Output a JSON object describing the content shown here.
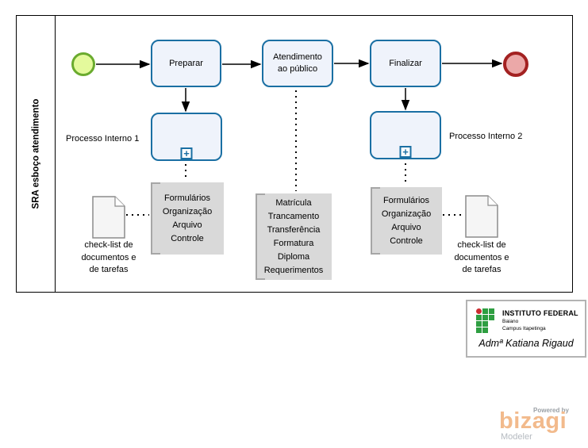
{
  "colors": {
    "task_fill": "#EFF3FB",
    "task_stroke": "#1A6FA3",
    "start_fill": "#E4FA9C",
    "start_stroke": "#6AAB2E",
    "end_fill": "#EBA8A8",
    "end_stroke": "#A32121",
    "annotation_fill": "#D9D9D9",
    "annotation_bracket": "#A6A6A6",
    "doc_fill": "#F5F5F5",
    "doc_stroke": "#8C8C8C",
    "if_green": "#2E9E41",
    "if_red": "#CB2C30",
    "bizagi_orange": "#F2BA8C",
    "watermark_gray": "#9AA0A5"
  },
  "pool": {
    "title": "SRA esboço atendimento"
  },
  "flow": {
    "task1": "Preparar",
    "task2": "Atendimento\nao público",
    "task3": "Finalizar",
    "subprocess1_label": "Processo Interno 1",
    "subprocess2_label": "Processo Interno 2",
    "plus_marker": "+"
  },
  "annotations": {
    "left": "Formulários\nOrganização\nArquivo\nControle",
    "middle": "Matrícula\nTrancamento\nTransferência\nFormatura\nDiploma\nRequerimentos",
    "right": "Formulários\nOrganização\nArquivo\nControle"
  },
  "documents": {
    "left_label": "check-list de\ndocumentos e\nde tarefas",
    "right_label": "check-list de\ndocumentos e\nde tarefas"
  },
  "logo": {
    "institution": "INSTITUTO FEDERAL",
    "line2": "Baiano",
    "line3": "Campus Itapetinga",
    "signature": "Admª Katiana Rigaud"
  },
  "watermark": {
    "powered_by": "Powered by",
    "brand": "bizagi",
    "product": "Modeler"
  }
}
